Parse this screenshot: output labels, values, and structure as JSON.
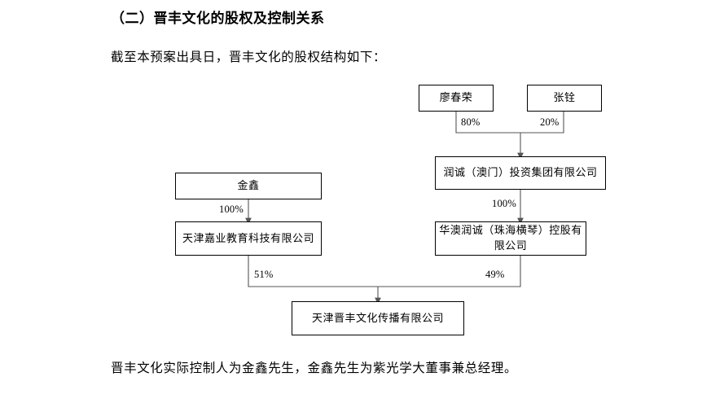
{
  "document": {
    "heading": "（二）晋丰文化的股权及控制关系",
    "intro_paragraph": "截至本预案出具日，晋丰文化的股权结构如下：",
    "footer_paragraph": "晋丰文化实际控制人为金鑫先生，金鑫先生为紫光学大董事兼总经理。"
  },
  "diagram": {
    "type": "org-ownership-chart",
    "nodes": [
      {
        "id": "liao",
        "label": "廖春荣"
      },
      {
        "id": "zhang",
        "label": "张铨"
      },
      {
        "id": "runcheng_macau",
        "label": "润诚（澳门）投资集团有限公司"
      },
      {
        "id": "jinxin",
        "label": "金鑫"
      },
      {
        "id": "tianjin_jiaye",
        "label": "天津嘉业教育科技有限公司"
      },
      {
        "id": "huaao_runcheng",
        "label": "华澳润诚（珠海横琴）控股有限公司"
      },
      {
        "id": "tianjin_jinfeng",
        "label": "天津晋丰文化传播有限公司"
      }
    ],
    "edges": [
      {
        "from": "liao",
        "to": "runcheng_macau",
        "label": "80%"
      },
      {
        "from": "zhang",
        "to": "runcheng_macau",
        "label": "20%"
      },
      {
        "from": "runcheng_macau",
        "to": "huaao_runcheng",
        "label": "100%"
      },
      {
        "from": "jinxin",
        "to": "tianjin_jiaye",
        "label": "100%"
      },
      {
        "from": "tianjin_jiaye",
        "to": "tianjin_jinfeng",
        "label": "51%"
      },
      {
        "from": "huaao_runcheng",
        "to": "tianjin_jinfeng",
        "label": "49%"
      }
    ]
  }
}
